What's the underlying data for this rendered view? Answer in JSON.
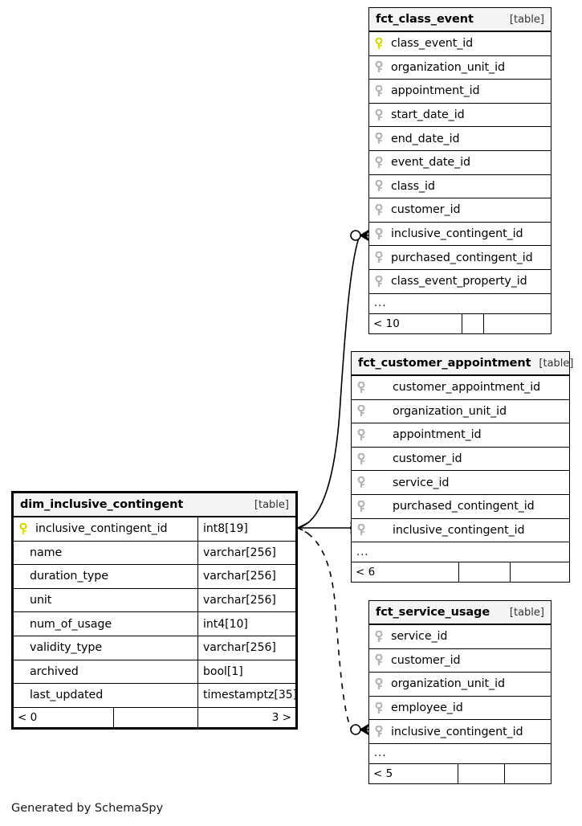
{
  "diagram": {
    "type": "entity-relationship-diagram",
    "generator_credit": "Generated by SchemaSpy",
    "table_tag": "[table]",
    "ellipsis": "...",
    "colors": {
      "primary_key_icon": "#e8e800",
      "foreign_key_icon": "#b3b3b3",
      "header_background": "#f5f5f5",
      "border": "#000000",
      "page_background": "#ffffff"
    }
  },
  "tables": [
    {
      "id": "fct_class_event",
      "name": "fct_class_event",
      "tag": "[table]",
      "indent": "narrow",
      "show_types": false,
      "columns": [
        {
          "name": "class_event_id",
          "key": "primary"
        },
        {
          "name": "organization_unit_id",
          "key": "foreign"
        },
        {
          "name": "appointment_id",
          "key": "foreign"
        },
        {
          "name": "start_date_id",
          "key": "foreign"
        },
        {
          "name": "end_date_id",
          "key": "foreign"
        },
        {
          "name": "event_date_id",
          "key": "foreign"
        },
        {
          "name": "class_id",
          "key": "foreign"
        },
        {
          "name": "customer_id",
          "key": "foreign"
        },
        {
          "name": "inclusive_contingent_id",
          "key": "foreign"
        },
        {
          "name": "purchased_contingent_id",
          "key": "foreign"
        },
        {
          "name": "class_event_property_id",
          "key": "foreign"
        }
      ],
      "more_columns_marker": "...",
      "footer": {
        "left": "< 10",
        "middle": "",
        "right": ""
      }
    },
    {
      "id": "fct_customer_appointment",
      "name": "fct_customer_appointment",
      "tag": "[table]",
      "indent": "wide",
      "show_types": false,
      "columns": [
        {
          "name": "customer_appointment_id",
          "key": "foreign"
        },
        {
          "name": "organization_unit_id",
          "key": "foreign"
        },
        {
          "name": "appointment_id",
          "key": "foreign"
        },
        {
          "name": "customer_id",
          "key": "foreign"
        },
        {
          "name": "service_id",
          "key": "foreign"
        },
        {
          "name": "purchased_contingent_id",
          "key": "foreign"
        },
        {
          "name": "inclusive_contingent_id",
          "key": "foreign"
        }
      ],
      "more_columns_marker": "...",
      "footer": {
        "left": "< 6",
        "middle": "",
        "right": ""
      }
    },
    {
      "id": "fct_service_usage",
      "name": "fct_service_usage",
      "tag": "[table]",
      "indent": "narrow",
      "show_types": false,
      "columns": [
        {
          "name": "service_id",
          "key": "foreign"
        },
        {
          "name": "customer_id",
          "key": "foreign"
        },
        {
          "name": "organization_unit_id",
          "key": "foreign"
        },
        {
          "name": "employee_id",
          "key": "foreign"
        },
        {
          "name": "inclusive_contingent_id",
          "key": "foreign"
        }
      ],
      "more_columns_marker": "...",
      "footer": {
        "left": "< 5",
        "middle": "",
        "right": ""
      }
    },
    {
      "id": "dim_inclusive_contingent",
      "name": "dim_inclusive_contingent",
      "tag": "[table]",
      "indent": "narrow",
      "focus": true,
      "show_types": true,
      "columns": [
        {
          "name": "inclusive_contingent_id",
          "key": "primary",
          "type": "int8[19]"
        },
        {
          "name": "name",
          "key": "none",
          "type": "varchar[256]"
        },
        {
          "name": "duration_type",
          "key": "none",
          "type": "varchar[256]"
        },
        {
          "name": "unit",
          "key": "none",
          "type": "varchar[256]"
        },
        {
          "name": "num_of_usage",
          "key": "none",
          "type": "int4[10]"
        },
        {
          "name": "validity_type",
          "key": "none",
          "type": "varchar[256]"
        },
        {
          "name": "archived",
          "key": "none",
          "type": "bool[1]"
        },
        {
          "name": "last_updated",
          "key": "none",
          "type": "timestamptz[35]"
        }
      ],
      "footer": {
        "left": "< 0",
        "middle": "",
        "right": "3 >"
      }
    }
  ],
  "relationships": [
    {
      "id": "rel-class-event",
      "from_table": "dim_inclusive_contingent",
      "from_column": "inclusive_contingent_id",
      "to_table": "fct_class_event",
      "to_column": "inclusive_contingent_id",
      "style": "solid",
      "cardinality": "zero-or-many"
    },
    {
      "id": "rel-customer-appointment",
      "from_table": "dim_inclusive_contingent",
      "from_column": "inclusive_contingent_id",
      "to_table": "fct_customer_appointment",
      "to_column": "inclusive_contingent_id",
      "style": "solid",
      "cardinality": "zero-or-many"
    },
    {
      "id": "rel-service-usage",
      "from_table": "dim_inclusive_contingent",
      "from_column": "inclusive_contingent_id",
      "to_table": "fct_service_usage",
      "to_column": "inclusive_contingent_id",
      "style": "dashed",
      "cardinality": "zero-or-many"
    }
  ]
}
